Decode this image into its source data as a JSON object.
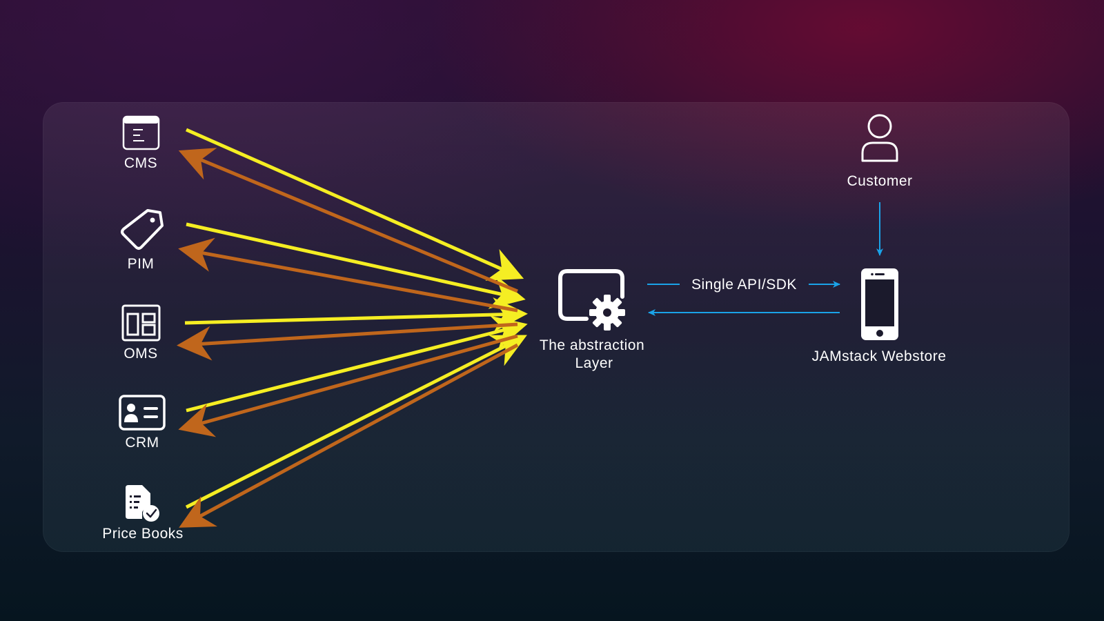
{
  "sources": [
    {
      "label": "CMS",
      "icon": "cms-window-icon"
    },
    {
      "label": "PIM",
      "icon": "price-tag-icon"
    },
    {
      "label": "OMS",
      "icon": "dashboard-grid-icon"
    },
    {
      "label": "CRM",
      "icon": "contact-card-icon"
    },
    {
      "label": "Price Books",
      "icon": "document-check-icon"
    }
  ],
  "abstraction_layer": {
    "line1": "The abstraction",
    "line2": "Layer",
    "icon": "window-gear-icon"
  },
  "api_link": {
    "label": "Single API/SDK"
  },
  "customer": {
    "label": "Customer",
    "icon": "user-icon"
  },
  "webstore": {
    "label": "JAMstack Webstore",
    "icon": "smartphone-icon"
  },
  "colors": {
    "request_arrow": "#f5ee23",
    "response_arrow": "#c0661c",
    "api_arrow": "#1aa3e8",
    "text": "#ffffff"
  }
}
